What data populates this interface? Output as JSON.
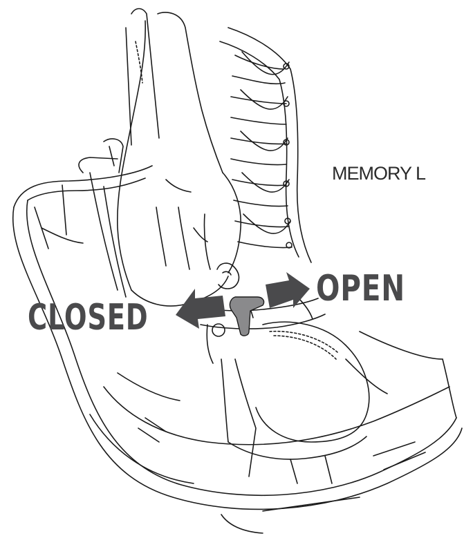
{
  "labels": {
    "memory": "MEMORY L",
    "open": "OPEN",
    "closed": "CLOSED"
  },
  "colors": {
    "line": "#1a1a1a",
    "arrow": "#4a4a4c",
    "lever": "#8a8a8c",
    "label": "#4a4a4c"
  }
}
